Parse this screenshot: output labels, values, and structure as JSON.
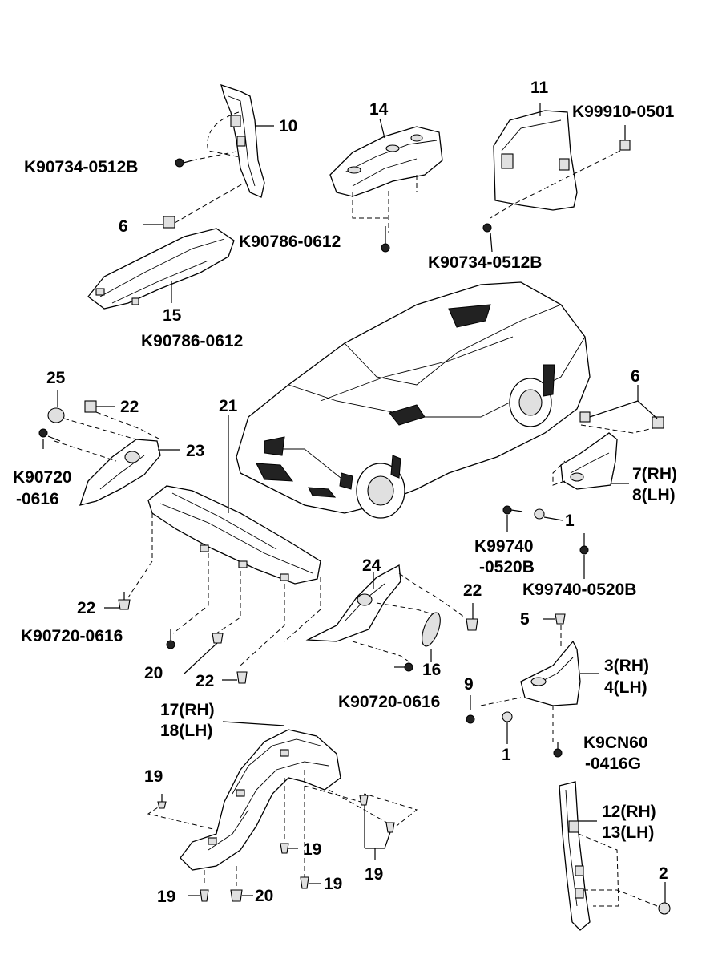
{
  "labels": {
    "p10": "10",
    "k90734_top": "K90734-0512B",
    "p6_top": "6",
    "p15": "15",
    "k90786_left": "K90786-0612",
    "p14": "14",
    "k90786_mid": "K90786-0612",
    "p11": "11",
    "k99910": "K99910-0501",
    "k90734_right": "K90734-0512B",
    "p25": "25",
    "p22_a": "22",
    "p23": "23",
    "k90720_a1": "K90720",
    "k90720_a2": "-0616",
    "p21": "21",
    "p6_right": "6",
    "p7rh": "7(RH)",
    "p8lh": "8(LH)",
    "p1_a": "1",
    "k99740_a1": "K99740",
    "k99740_a2": "-0520B",
    "k99740_b": "K99740-0520B",
    "p22_b": "22",
    "k90720_b": "K90720-0616",
    "p20_a": "20",
    "p22_c": "22",
    "p24": "24",
    "p22_d": "22",
    "p16": "16",
    "k90720_c": "K90720-0616",
    "p5": "5",
    "p3rh": "3(RH)",
    "p4lh": "4(LH)",
    "p9": "9",
    "p1_b": "1",
    "k9cn60_1": "K9CN60",
    "k9cn60_2": "-0416G",
    "p17rh": "17(RH)",
    "p18lh": "18(LH)",
    "p19_a": "19",
    "p19_b": "19",
    "p19_c": "19",
    "p19_d": "19",
    "p19_e": "19",
    "p20_b": "20",
    "p12rh": "12(RH)",
    "p13lh": "13(LH)",
    "p2": "2"
  }
}
